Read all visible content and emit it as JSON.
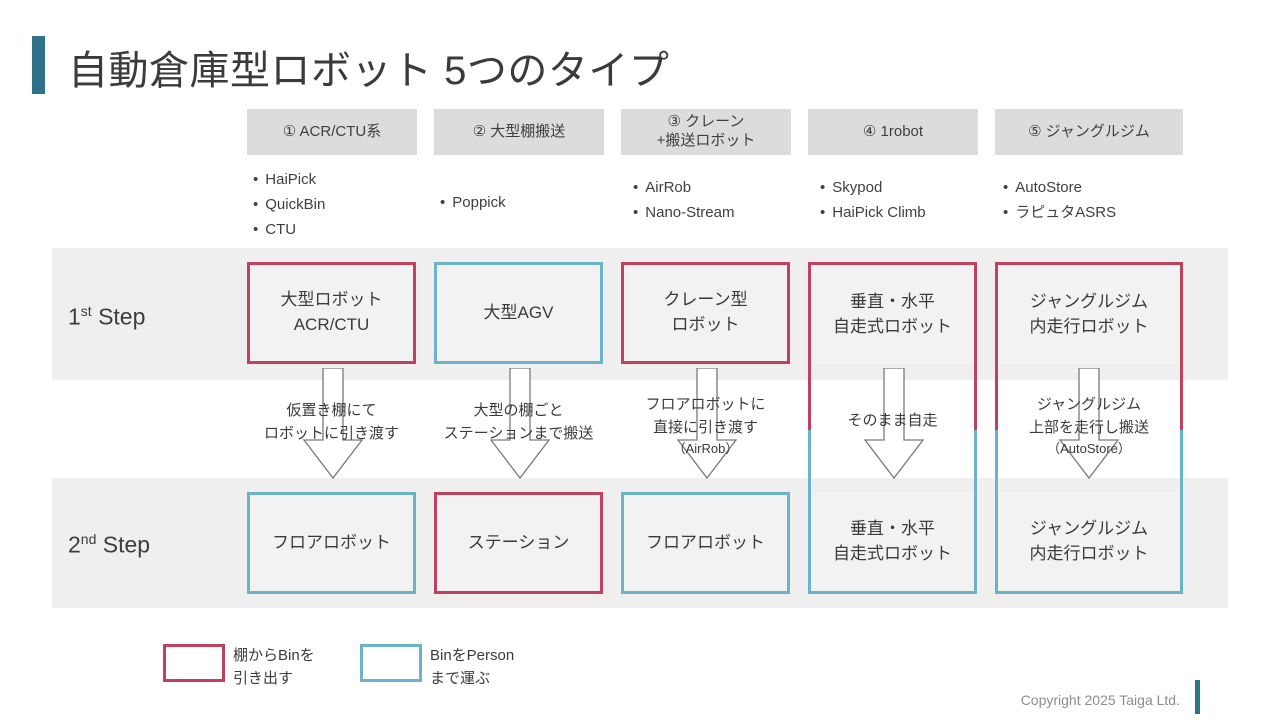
{
  "slide": {
    "title": "自動倉庫型ロボット  5つのタイプ",
    "accent_color": "#2e7389",
    "red_color": "#c0405e",
    "blue_color": "#6cb3c9",
    "band_color": "#efefef",
    "header_bg": "#dcdcdc"
  },
  "columns": [
    {
      "header": "① ACR/CTU系",
      "items": [
        "HaiPick",
        "QuickBin",
        "CTU"
      ],
      "step1": {
        "text": "大型ロボット\nACR/CTU",
        "line1": "大型ロボット",
        "line2": "ACR/CTU",
        "border": "red"
      },
      "mid": {
        "line1": "仮置き棚にて",
        "line2": "ロボットに引き渡す",
        "line3": ""
      },
      "step2": {
        "line1": "フロアロボット",
        "line2": "",
        "border": "blue"
      }
    },
    {
      "header": "② 大型棚搬送",
      "items": [
        "Poppick"
      ],
      "step1": {
        "line1": "大型AGV",
        "line2": "",
        "border": "blue"
      },
      "mid": {
        "line1": "大型の棚ごと",
        "line2": "ステーションまで搬送",
        "line3": ""
      },
      "step2": {
        "line1": "ステーション",
        "line2": "",
        "border": "red"
      }
    },
    {
      "header": "③ クレーン\n+搬送ロボット",
      "header_line1": "③ クレーン",
      "header_line2": "+搬送ロボット",
      "items": [
        "AirRob",
        "Nano-Stream"
      ],
      "step1": {
        "line1": "クレーン型",
        "line2": "ロボット",
        "border": "red"
      },
      "mid": {
        "line1": "フロアロボットに",
        "line2": "直接に引き渡す",
        "line3": "（AirRob）"
      },
      "step2": {
        "line1": "フロアロボット",
        "line2": "",
        "border": "blue"
      }
    },
    {
      "header": "④ 1robot",
      "items": [
        "Skypod",
        "HaiPick Climb"
      ],
      "step1": {
        "line1": "垂直・水平",
        "line2": "自走式ロボット",
        "border": "red"
      },
      "mid": {
        "line1": "そのまま自走",
        "line2": "",
        "line3": ""
      },
      "step2": {
        "line1": "垂直・水平",
        "line2": "自走式ロボット",
        "border": "blue"
      }
    },
    {
      "header": "⑤ ジャングルジム",
      "items": [
        "AutoStore",
        "ラピュタASRS"
      ],
      "step1": {
        "line1": "ジャングルジム",
        "line2": "内走行ロボット",
        "border": "red"
      },
      "mid": {
        "line1": "ジャングルジム",
        "line2": "上部を走行し搬送",
        "line3": "（AutoStore）"
      },
      "step2": {
        "line1": "ジャングルジム",
        "line2": "内走行ロボット",
        "border": "blue"
      }
    }
  ],
  "steps": {
    "step1_label_num": "1",
    "step1_label_sup": "st",
    "step1_label_word": " Step",
    "step2_label_num": "2",
    "step2_label_sup": "nd",
    "step2_label_word": " Step"
  },
  "legend": [
    {
      "color": "red",
      "line1": "棚からBinを",
      "line2": "引き出す"
    },
    {
      "color": "blue",
      "line1": "BinをPerson",
      "line2": "まで運ぶ"
    }
  ],
  "footer": {
    "copyright": "Copyright 2025 Taiga Ltd."
  }
}
